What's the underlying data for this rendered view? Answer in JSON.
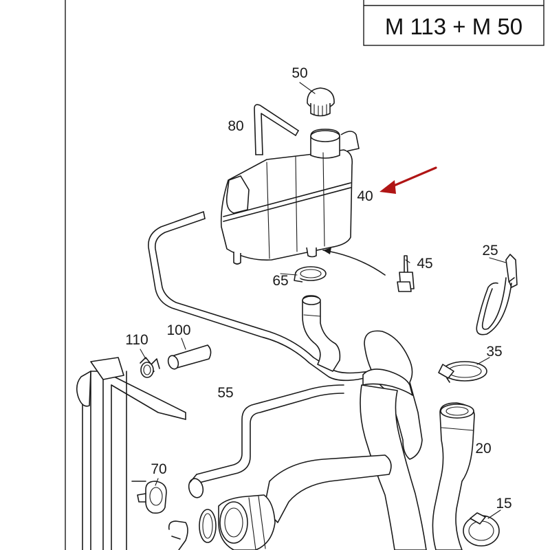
{
  "model_box": {
    "text": "M 113 + M 50"
  },
  "callouts": {
    "p15": "15",
    "p20": "20",
    "p25": "25",
    "p35": "35",
    "p40": "40",
    "p45": "45",
    "p50": "50",
    "p55": "55",
    "p65": "65",
    "p70": "70",
    "p80": "80",
    "p100": "100",
    "p110": "110"
  },
  "highlight": {
    "target_part": "40",
    "arrow_color": "#b01515"
  }
}
